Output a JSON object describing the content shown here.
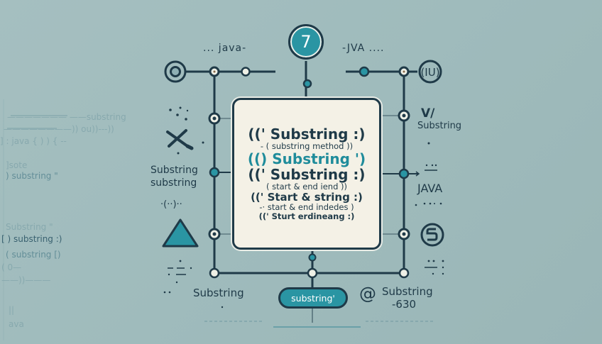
{
  "colors": {
    "background": "#a2bdbe",
    "line": "#1f3a48",
    "accent_teal": "#2a95a3",
    "card_bg": "#f4f1e6",
    "node_fill": "#eef0e6"
  },
  "top": {
    "left_label": "... java-",
    "right_label": "-JVA ....",
    "badge_glyph": "7"
  },
  "card": {
    "lines": [
      {
        "text": "((' Substring :)",
        "style": "big"
      },
      {
        "text": "- ( substring method ))",
        "style": "small"
      },
      {
        "text": "(() Substring ')",
        "style": "big-teal"
      },
      {
        "text": "((' Substring :)",
        "style": "big"
      },
      {
        "text": "( start & end iend ))",
        "style": "small"
      },
      {
        "text": "((' Start & string :)",
        "style": "mid"
      },
      {
        "text": "-· start & end indedes )",
        "style": "small"
      },
      {
        "text": "((' Sturt erdineang :)",
        "style": "small-bold"
      }
    ]
  },
  "left_side": {
    "label_1": "Substring",
    "label_2": "substring",
    "ellipsis": "·(··)··",
    "icons": [
      "target-circle-icon",
      "crossed-tools-icon",
      "triangle-icon"
    ]
  },
  "right_side": {
    "top_glyph": "V/",
    "label_substring": "Substring",
    "label_java": "JAVA",
    "icons": [
      "parentheses-circle-icon",
      "s-circle-icon"
    ],
    "top_circle_text": "(IU)"
  },
  "bottom": {
    "left_label": "Substring",
    "pill_label": "substring'",
    "at_symbol": "@",
    "right_label_1": "Substring",
    "right_label_2": "-630"
  },
  "faded_code": {
    "lines": [
      "——————— ——substring",
      "————————)) ou))---))",
      "] : java { ) ) { --",
      "]sote",
      ") substring \"",
      "Substring \"",
      "[ ) substring :)",
      "( substring   [)",
      "( 0—",
      "  ——))———",
      "   ||",
      "   ava"
    ]
  }
}
